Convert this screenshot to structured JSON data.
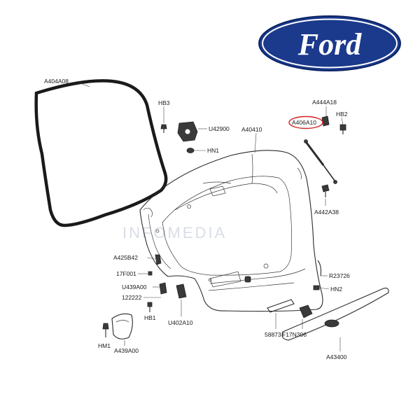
{
  "logo": {
    "brand": "Ford",
    "color": "#1b3a8c"
  },
  "watermark": "INFOMEDIA",
  "highlight_color": "#d62020",
  "parts": {
    "weatherstrip": "A404A08",
    "hb3": "HB3",
    "latch_motor": "U42900",
    "hn1": "HN1",
    "tailgate": "A40410",
    "strut_mount": "A444A18",
    "gas_strut": "A406A10",
    "hb2": "HB2",
    "strut_lower": "A442A38",
    "bumper": "A425B42",
    "clip": "17F001",
    "switch": "U439A00",
    "screw": "122222",
    "hb1": "HB1",
    "handle_switch": "U402A10",
    "hm1": "HM1",
    "bracket": "A439A00",
    "plate": "58873",
    "camera": "F17N396",
    "cable": "R23726",
    "hn2": "HN2",
    "moulding": "A43400"
  }
}
